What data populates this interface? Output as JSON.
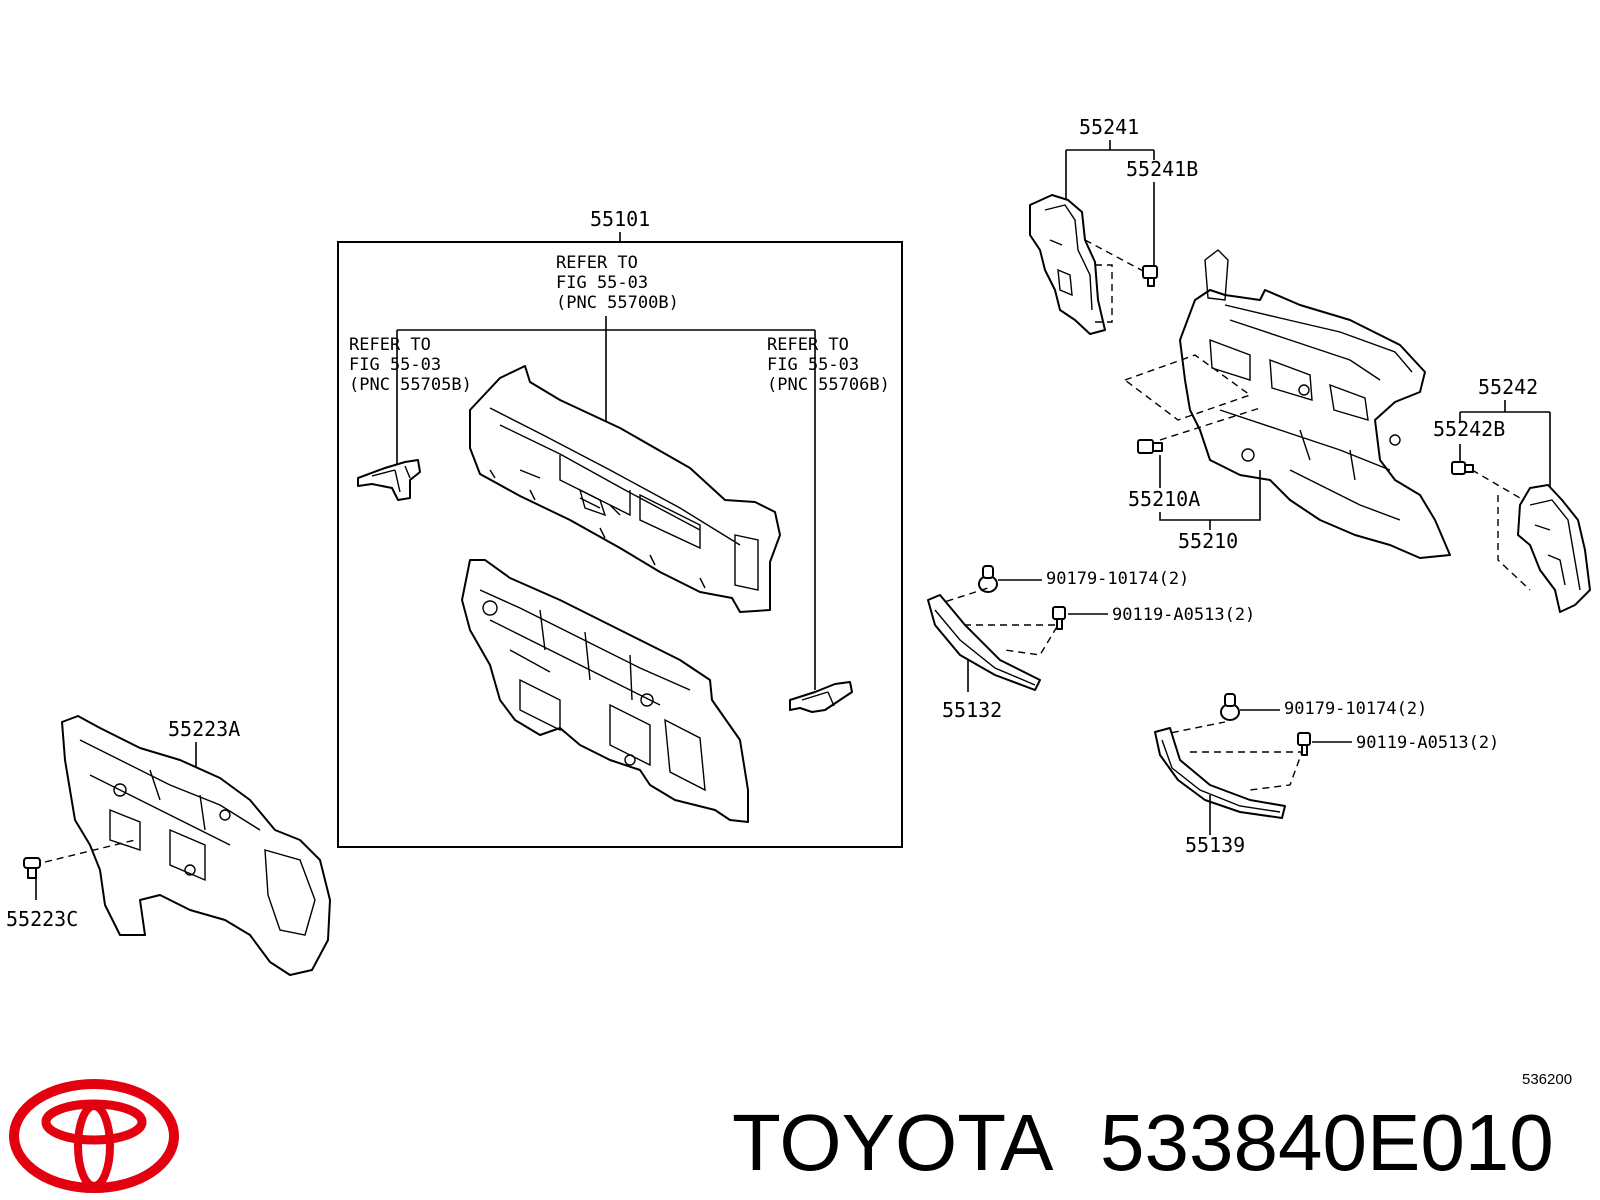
{
  "diagram": {
    "assembly": {
      "part_number": "55101",
      "refer_center": [
        "REFER TO",
        "FIG 55-03",
        "(PNC 55700B)"
      ],
      "refer_left": [
        "REFER TO",
        "FIG 55-03",
        "(PNC 55705B)"
      ],
      "refer_right": [
        "REFER TO",
        "FIG 55-03",
        "(PNC 55706B)"
      ]
    },
    "labels": {
      "p55241": "55241",
      "p55241b": "55241B",
      "p55242": "55242",
      "p55242b": "55242B",
      "p55210a": "55210A",
      "p55210": "55210",
      "p55223a": "55223A",
      "p55223c": "55223C",
      "p55132": "55132",
      "p55139": "55139",
      "clip1_upper": "90179-10174(2)",
      "bolt1_upper": "90119-A0513(2)",
      "clip1_lower": "90179-10174(2)",
      "bolt1_lower": "90119-A0513(2)"
    },
    "illustration_code": "536200"
  },
  "brand": {
    "name": "TOYOTA",
    "part_number": "533840E010",
    "logo_color": "#e3000f"
  }
}
